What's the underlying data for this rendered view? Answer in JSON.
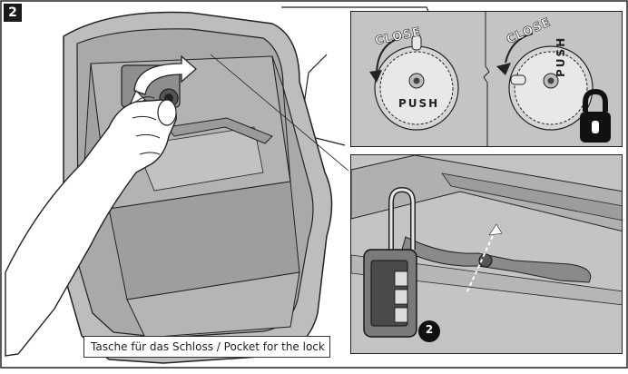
{
  "step": {
    "number": "2"
  },
  "caption": {
    "text": "Tasche für das Schloss / Pocket for the lock"
  },
  "detail_top": {
    "left_dial": {
      "close_label": "CLOSE",
      "push_label": "PUSH"
    },
    "right_dial": {
      "close_label": "CLOSE",
      "push_label": "PUSH"
    }
  },
  "detail_bottom": {
    "callout": "2"
  },
  "colors": {
    "panel_bg": "#c4c4c4",
    "line": "#222222",
    "dark": "#1a1a1a"
  }
}
